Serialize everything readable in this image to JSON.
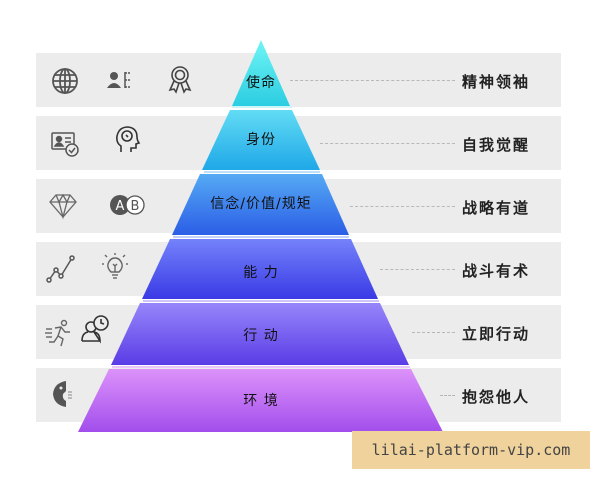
{
  "levels": [
    {
      "label": "使命",
      "outcome": "精神领袖",
      "icons": [
        "globe-icon",
        "person-list-icon",
        "award-ribbon-icon"
      ],
      "color_top": "#5ff2f2",
      "color_bottom": "#2cc7e0"
    },
    {
      "label": "身份",
      "outcome": "自我觉醒",
      "icons": [
        "id-card-check-icon",
        "head-mind-icon"
      ],
      "color_top": "#55d8f2",
      "color_bottom": "#22a6e6"
    },
    {
      "label": "信念/价值/规矩",
      "outcome": "战略有道",
      "icons": [
        "diamond-icon",
        "ab-choice-icon"
      ],
      "color_top": "#4aa6f2",
      "color_bottom": "#2a5fe6"
    },
    {
      "label": "能 力",
      "outcome": "战斗有术",
      "icons": [
        "line-chart-icon",
        "lightbulb-icon"
      ],
      "color_top": "#6a78f8",
      "color_bottom": "#3d3de8"
    },
    {
      "label": "行 动",
      "outcome": "立即行动",
      "icons": [
        "running-person-icon",
        "person-clock-icon"
      ],
      "color_top": "#8c7cf8",
      "color_bottom": "#5c3ee8"
    },
    {
      "label": "环 境",
      "outcome": "抱怨他人",
      "icons": [
        "speaking-face-icon"
      ],
      "color_top": "#d88af8",
      "color_bottom": "#a550ee"
    }
  ],
  "watermark": "lilai-platform-vip.com"
}
